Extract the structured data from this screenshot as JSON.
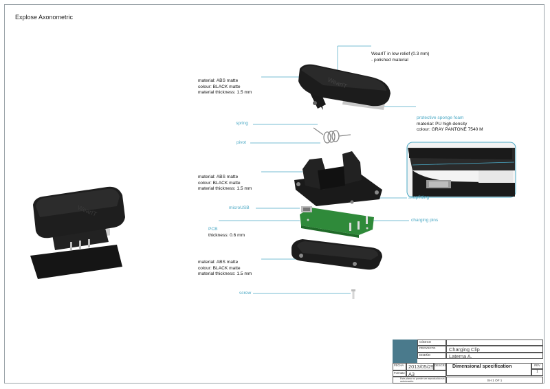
{
  "sheet_title": "Explose Axonometric",
  "annotations": {
    "relief": [
      "WearIT in low relief (0.3 mm)",
      "- polished material"
    ],
    "top_case": [
      "material: ABS matte",
      "colour: BLACK matte",
      "material thickness: 1.5 mm"
    ],
    "sponge": {
      "label": "protective sponge foam",
      "lines": [
        "material: PU high density",
        "colour: GRAY PANTONE 7540 M"
      ]
    },
    "spring": "spring",
    "pivot": "pivot",
    "middle_case": [
      "material: ABS matte",
      "colour: BLACK matte",
      "material thickness: 1.5 mm"
    ],
    "snapfitting": "snapfitting",
    "microusb": "microUSB",
    "pcb": {
      "label": "PCB",
      "line": "thickness: 0.6 mm"
    },
    "charging_pins": "charging pins",
    "bottom_case": [
      "material: ABS matte",
      "colour: BLACK matte",
      "material thickness: 1.5 mm"
    ],
    "screw": "screw"
  },
  "logo_text": "WearIT",
  "title_block": {
    "code_label": "CÓDIGO",
    "project_label": "PROYECTO",
    "project_value": "Charging Clip",
    "design_label": "DISEÑO",
    "design_value": "Laterna A.",
    "date_label": "FECHA",
    "date_value": "2013/05/29",
    "desc_label": "DESCRIPCIÓN",
    "desc_value": "Dimensional specification",
    "rev_label": "REV",
    "rev_value": "1",
    "format_label": "Formato",
    "format_value": "A3",
    "note_text": "Este plano no puede ser reproducido sin autorización",
    "sheet_value": "SH 1 OF 1"
  },
  "colors": {
    "accent": "#4a7a8c",
    "callout": "#4aa8c4",
    "case": "#1b1b1b",
    "pcb": "#2f8a3a",
    "foam": "#c8c8c8"
  }
}
